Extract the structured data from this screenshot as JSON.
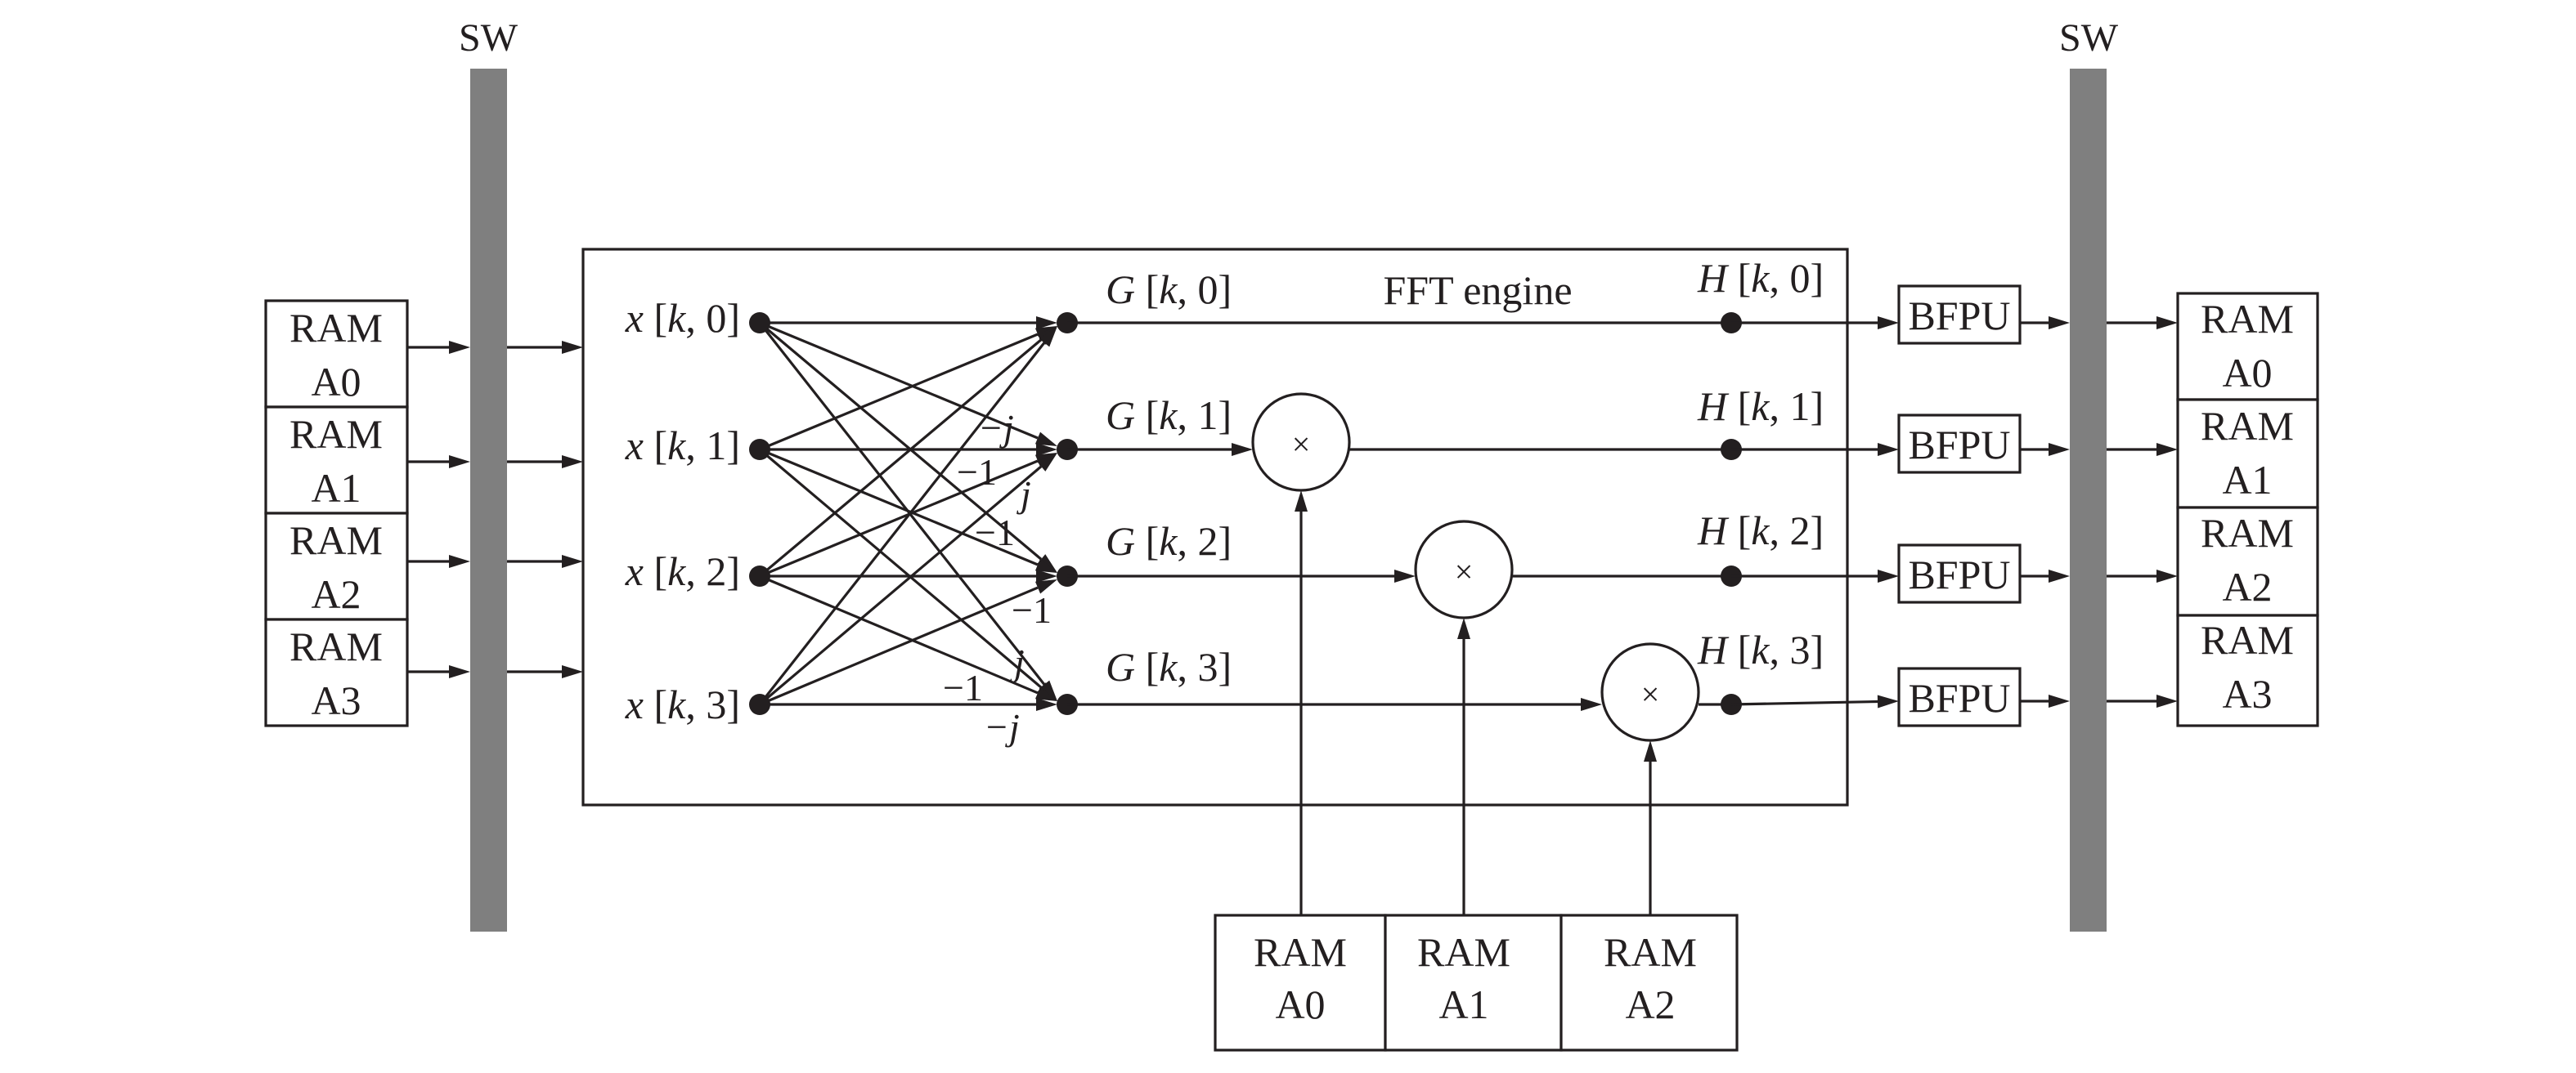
{
  "diagram": {
    "switch_label": "SW",
    "engine_title": "FFT engine",
    "input_rams": [
      {
        "line1": "RAM",
        "line2": "A0"
      },
      {
        "line1": "RAM",
        "line2": "A1"
      },
      {
        "line1": "RAM",
        "line2": "A2"
      },
      {
        "line1": "RAM",
        "line2": "A3"
      }
    ],
    "output_rams": [
      {
        "line1": "RAM",
        "line2": "A0"
      },
      {
        "line1": "RAM",
        "line2": "A1"
      },
      {
        "line1": "RAM",
        "line2": "A2"
      },
      {
        "line1": "RAM",
        "line2": "A3"
      }
    ],
    "twiddle_rams": [
      {
        "line1": "RAM",
        "line2": "A0"
      },
      {
        "line1": "RAM",
        "line2": "A1"
      },
      {
        "line1": "RAM",
        "line2": "A2"
      }
    ],
    "inputs": [
      {
        "var": "x",
        "index": "0"
      },
      {
        "var": "x",
        "index": "1"
      },
      {
        "var": "x",
        "index": "2"
      },
      {
        "var": "x",
        "index": "3"
      }
    ],
    "g_outputs": [
      {
        "var": "G",
        "index": "0"
      },
      {
        "var": "G",
        "index": "1"
      },
      {
        "var": "G",
        "index": "2"
      },
      {
        "var": "G",
        "index": "3"
      }
    ],
    "h_outputs": [
      {
        "var": "H",
        "index": "0"
      },
      {
        "var": "H",
        "index": "1"
      },
      {
        "var": "H",
        "index": "2"
      },
      {
        "var": "H",
        "index": "3"
      }
    ],
    "multiplier_symbol": "×",
    "bfpu_label": "BFPU",
    "twiddle_labels": [
      "−j",
      "−1",
      "j",
      "−1",
      "−1",
      "j",
      "−1",
      "−j"
    ]
  }
}
